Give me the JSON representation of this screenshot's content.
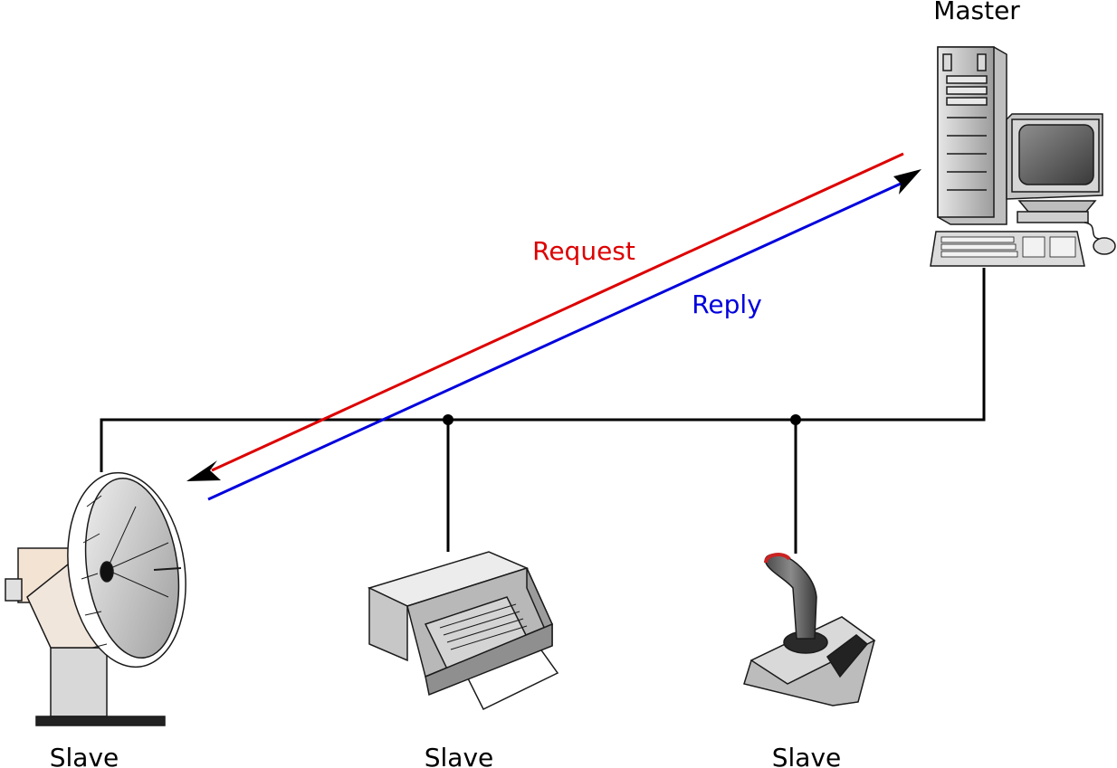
{
  "colors": {
    "request": "#dd0000",
    "reply": "#0000dd",
    "bus": "#000000"
  },
  "nodes": {
    "master": {
      "label": "Master",
      "device": "desktop-computer-icon"
    },
    "slaves": [
      {
        "label": "Slave",
        "device": "satellite-dish-icon"
      },
      {
        "label": "Slave",
        "device": "printer-icon"
      },
      {
        "label": "Slave",
        "device": "joystick-icon"
      }
    ]
  },
  "messages": {
    "request": "Request",
    "reply": "Reply"
  }
}
